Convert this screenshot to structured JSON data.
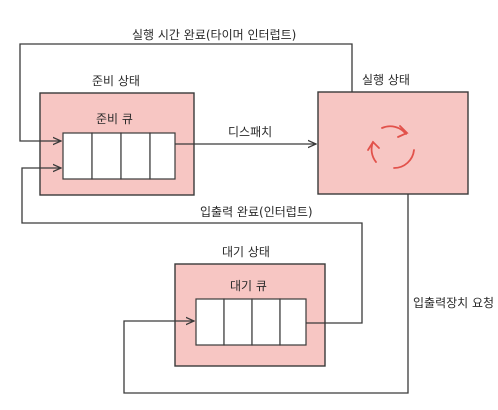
{
  "diagram": {
    "states": {
      "ready": "준비 상태",
      "running": "실행 상태",
      "waiting": "대기 상태"
    },
    "queues": {
      "ready": "준비 큐",
      "waiting": "대기 큐"
    },
    "transitions": {
      "timeout": "실행 시간 완료(타이머 인터럽트)",
      "dispatch": "디스패치",
      "io_complete": "입출력 완료(인터럽트)",
      "io_request": "입출력장치 요청"
    },
    "colors": {
      "box_fill": "#f7c6c3",
      "line": "#3a3a3a",
      "cycle_icon": "#e2524b"
    }
  }
}
